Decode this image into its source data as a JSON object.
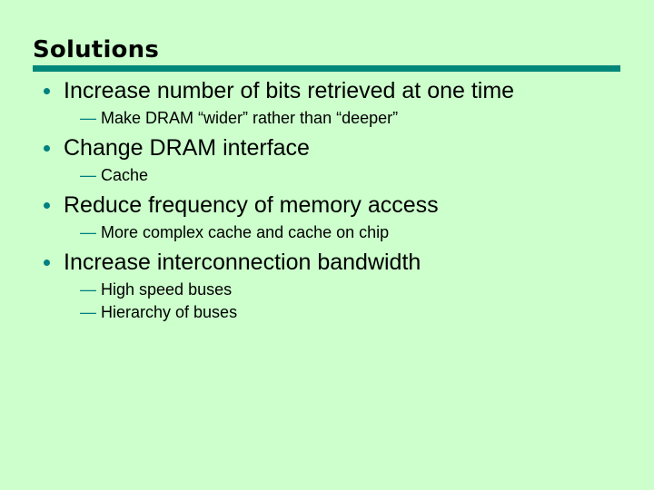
{
  "slide": {
    "title": "Solutions",
    "background_color": "#ccffcc",
    "accent_color": "#00877a",
    "bullet_color": "#008080",
    "text_color": "#000000",
    "bullet_glyph": "•",
    "subbullet_glyph": "—",
    "items": [
      {
        "text": "Increase number of bits retrieved at one time",
        "sub": [
          "Make DRAM “wider” rather than “deeper”"
        ]
      },
      {
        "text": "Change DRAM interface",
        "sub": [
          "Cache"
        ]
      },
      {
        "text": "Reduce frequency of memory access",
        "sub": [
          "More complex cache and cache on chip"
        ]
      },
      {
        "text": "Increase interconnection bandwidth",
        "sub": [
          "High speed buses",
          "Hierarchy of buses"
        ]
      }
    ]
  }
}
